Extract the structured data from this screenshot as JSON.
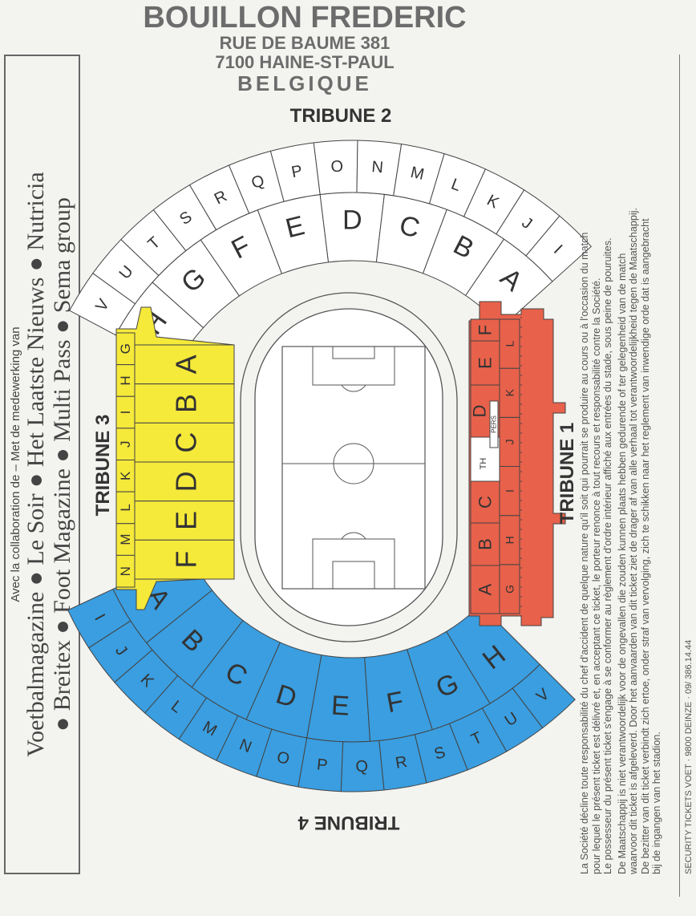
{
  "sponsors": {
    "intro": "Avec la collaboration de – Met de medewerking van",
    "line1": "Voetbalmagazine ● Le Soir ● Het Laatste Nieuws ● Nutricia",
    "line2": "● Breitex ● Foot Magazine ● Multi Pass ● Sema group"
  },
  "stamp": {
    "name": "BOUILLON FREDERIC",
    "street": "RUE DE BAUME 381",
    "city": "7100 HAINE-ST-PAUL",
    "country": "BELGIQUE"
  },
  "tribunes": {
    "t1": {
      "label": "TRIBUNE 1",
      "inner": [
        "A",
        "B",
        "C",
        "D",
        "E",
        "F"
      ],
      "outer": [
        "G",
        "H",
        "I",
        "J",
        "K",
        "L"
      ],
      "pers": "PERS",
      "th": "TH",
      "color": "#e8614a"
    },
    "t2": {
      "label": "TRIBUNE 2",
      "inner": [
        "H",
        "G",
        "F",
        "E",
        "D",
        "C",
        "B",
        "A"
      ],
      "outer": [
        "V",
        "U",
        "T",
        "S",
        "R",
        "Q",
        "P",
        "O",
        "N",
        "M",
        "L",
        "K",
        "J",
        "I"
      ],
      "color": "#ffffff"
    },
    "t3": {
      "label": "TRIBUNE 3",
      "inner": [
        "A",
        "B",
        "C",
        "D",
        "E",
        "F"
      ],
      "outer": [
        "G",
        "H",
        "I",
        "J",
        "K",
        "L",
        "M",
        "N"
      ],
      "color": "#f5e93a"
    },
    "t4": {
      "label": "TRIBUNE 4",
      "inner": [
        "A",
        "B",
        "C",
        "D",
        "E",
        "F",
        "G",
        "H"
      ],
      "outer": [
        "I",
        "J",
        "K",
        "L",
        "M",
        "N",
        "O",
        "P",
        "Q",
        "R",
        "S",
        "T",
        "U",
        "V"
      ],
      "color": "#3a9ee0"
    }
  },
  "disclaimer": {
    "fr": [
      "La Société décline toute responsabilité du chef d'accident de quelque nature qu'il soit qui pourrait se produire au cours ou à l'occasion du match",
      "pour lequel le présent ticket est délivré et, en acceptant ce ticket, le porteur renonce à tout recours et responsabilité contre la Société.",
      "Le possesseur du présent ticket s'engage à se conformer au règlement d'ordre intérieur affiché aux entrées du stade, sous peine de pouruites."
    ],
    "nl": [
      "De Maatschappij is niet verantwoordelijk voor de ongevallen die zouden kunnen plaats hebben gedurende of ter gelegenheid van de match",
      "waarvoor dit ticket is afgeleverd. Door het aanvaarden van dit ticket ziet de drager af van alle verhaal tot verantwoordelijkheid tegen de Maatschappij.",
      "De bezitter van dit ticket verbindt zich ertoe, onder straf van vervolging, zich te schikken naar het reglement van inwendige orde dat is aangebracht",
      "bij de ingangen van het stadion."
    ]
  },
  "printer": "SECURITY TICKETS VOET · 9800 DEINZE · 09/ 386.14.44"
}
